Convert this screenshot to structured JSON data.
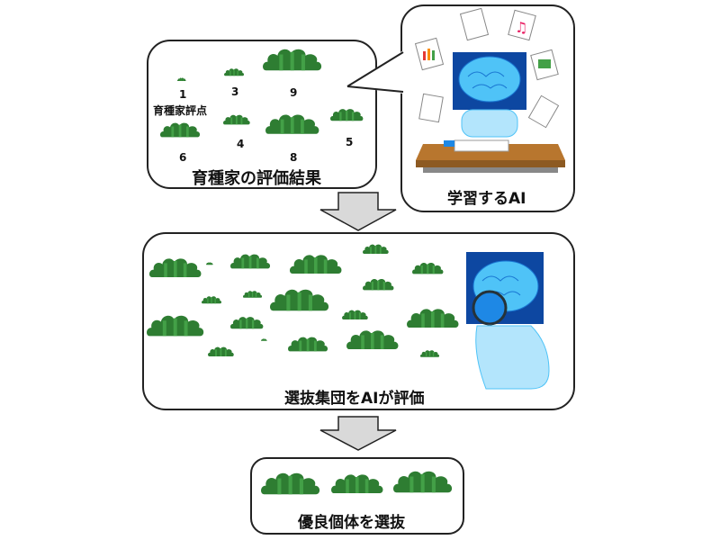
{
  "breeder_panel": {
    "title": "育種家の評価結果",
    "score_label": "育種家評点",
    "scores": [
      "1",
      "3",
      "9",
      "6",
      "4",
      "8",
      "5"
    ]
  },
  "ai_learning_panel": {
    "title": "学習するAI"
  },
  "evaluation_panel": {
    "title": "選抜集団をAIが評価"
  },
  "selection_panel": {
    "title": "優良個体を選抜"
  },
  "colors": {
    "shrub": "#2e7d32",
    "shrub_light": "#43a047",
    "arrow": "#d9d9d9",
    "ai_blue": "#1565c0",
    "brain": "#4fc3f7"
  }
}
